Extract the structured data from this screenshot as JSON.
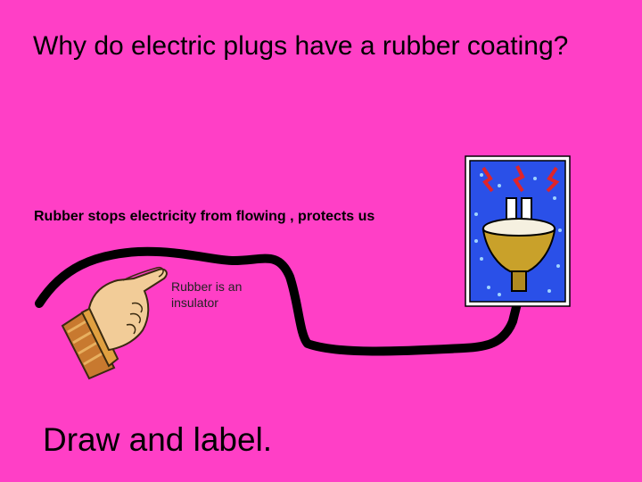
{
  "slide": {
    "title": "Why do electric plugs have a rubber coating?",
    "answer": "Rubber stops electricity from flowing , protects us",
    "note": "Rubber is an insulator",
    "instruction": "Draw and label."
  },
  "colors": {
    "background": "#ff3fc6",
    "cable": "#000000",
    "plug_panel": "#2a50e8",
    "plug_body": "#c9a12a",
    "sparks": "#e0242a"
  },
  "icons": [
    "hand-icon",
    "plug-icon",
    "spark-icon"
  ]
}
